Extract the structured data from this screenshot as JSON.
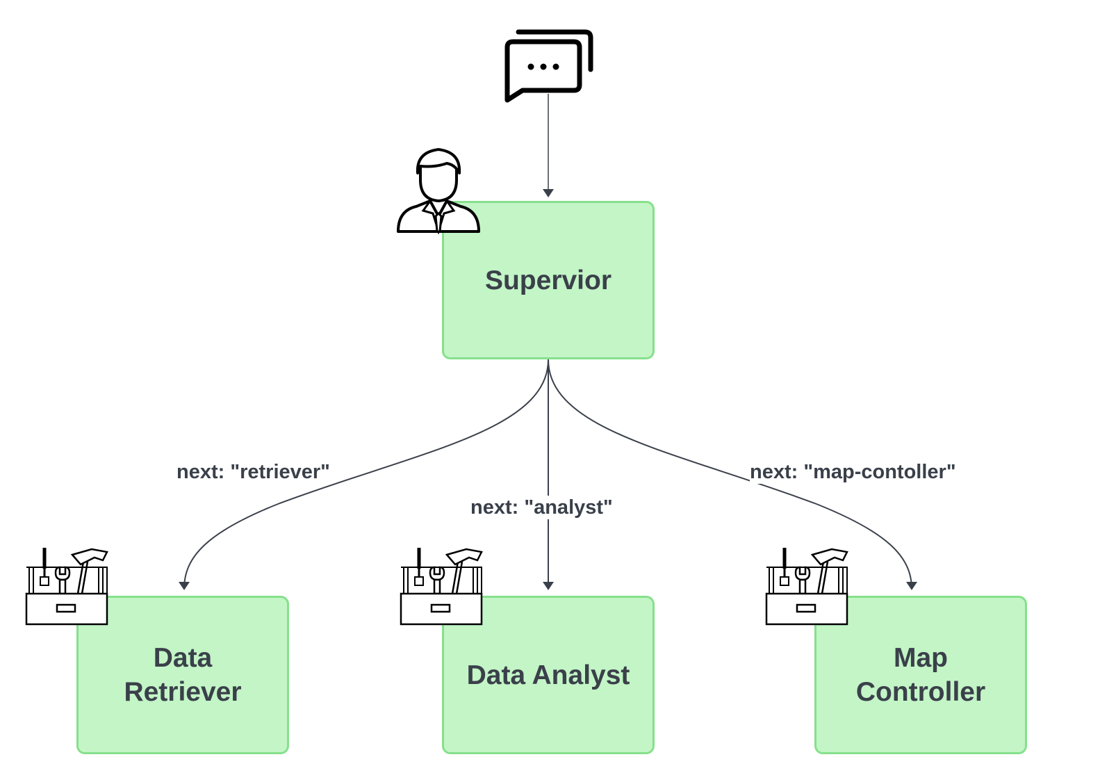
{
  "nodes": {
    "supervisor": "Supervior",
    "retriever": "Data Retriever",
    "analyst": "Data Analyst",
    "map_controller": "Map Controller"
  },
  "edges": {
    "retriever": "next: \"retriever\"",
    "analyst": "next: \"analyst\"",
    "map_controller": "next: \"map-contoller\""
  },
  "icons": {
    "input": "chat-bubbles-icon",
    "supervisor": "businessman-icon",
    "toolbox": "toolbox-icon"
  },
  "colors": {
    "node_fill": "#c3f5c6",
    "node_border": "#86e08c",
    "text": "#3a404a",
    "line": "#3a404a"
  }
}
